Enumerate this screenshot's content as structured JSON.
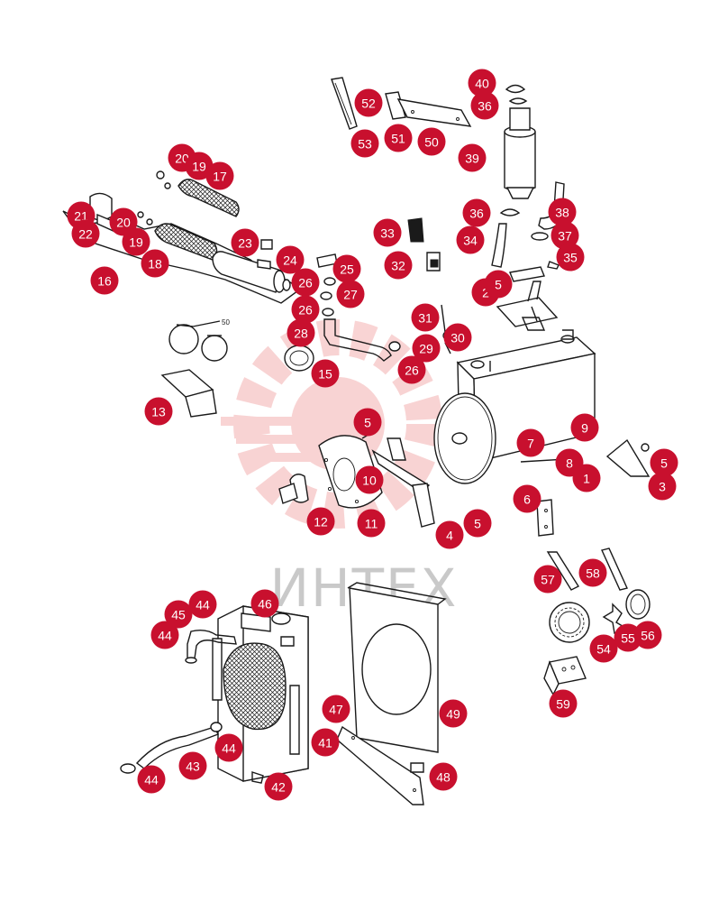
{
  "watermark": {
    "text": "ИНТЕХ",
    "color": "#e23b3b"
  },
  "callout_color": "#c8102e",
  "small_marks": {
    "clamp_size": "50"
  },
  "callouts": [
    {
      "n": "40"
    },
    {
      "n": "36"
    },
    {
      "n": "52"
    },
    {
      "n": "53"
    },
    {
      "n": "51"
    },
    {
      "n": "50"
    },
    {
      "n": "39"
    },
    {
      "n": "20"
    },
    {
      "n": "19"
    },
    {
      "n": "17"
    },
    {
      "n": "21"
    },
    {
      "n": "22"
    },
    {
      "n": "20"
    },
    {
      "n": "19"
    },
    {
      "n": "18"
    },
    {
      "n": "23"
    },
    {
      "n": "16"
    },
    {
      "n": "24"
    },
    {
      "n": "26"
    },
    {
      "n": "25"
    },
    {
      "n": "26"
    },
    {
      "n": "27"
    },
    {
      "n": "28"
    },
    {
      "n": "15"
    },
    {
      "n": "13"
    },
    {
      "n": "36"
    },
    {
      "n": "38"
    },
    {
      "n": "34"
    },
    {
      "n": "37"
    },
    {
      "n": "35"
    },
    {
      "n": "33"
    },
    {
      "n": "32"
    },
    {
      "n": "2"
    },
    {
      "n": "5"
    },
    {
      "n": "31"
    },
    {
      "n": "30"
    },
    {
      "n": "29"
    },
    {
      "n": "26"
    },
    {
      "n": "5"
    },
    {
      "n": "9"
    },
    {
      "n": "7"
    },
    {
      "n": "8"
    },
    {
      "n": "1"
    },
    {
      "n": "5"
    },
    {
      "n": "3"
    },
    {
      "n": "10"
    },
    {
      "n": "12"
    },
    {
      "n": "11"
    },
    {
      "n": "4"
    },
    {
      "n": "5"
    },
    {
      "n": "6"
    },
    {
      "n": "57"
    },
    {
      "n": "58"
    },
    {
      "n": "54"
    },
    {
      "n": "55"
    },
    {
      "n": "56"
    },
    {
      "n": "59"
    },
    {
      "n": "44"
    },
    {
      "n": "45"
    },
    {
      "n": "44"
    },
    {
      "n": "46"
    },
    {
      "n": "47"
    },
    {
      "n": "49"
    },
    {
      "n": "41"
    },
    {
      "n": "44"
    },
    {
      "n": "43"
    },
    {
      "n": "44"
    },
    {
      "n": "42"
    },
    {
      "n": "48"
    }
  ]
}
